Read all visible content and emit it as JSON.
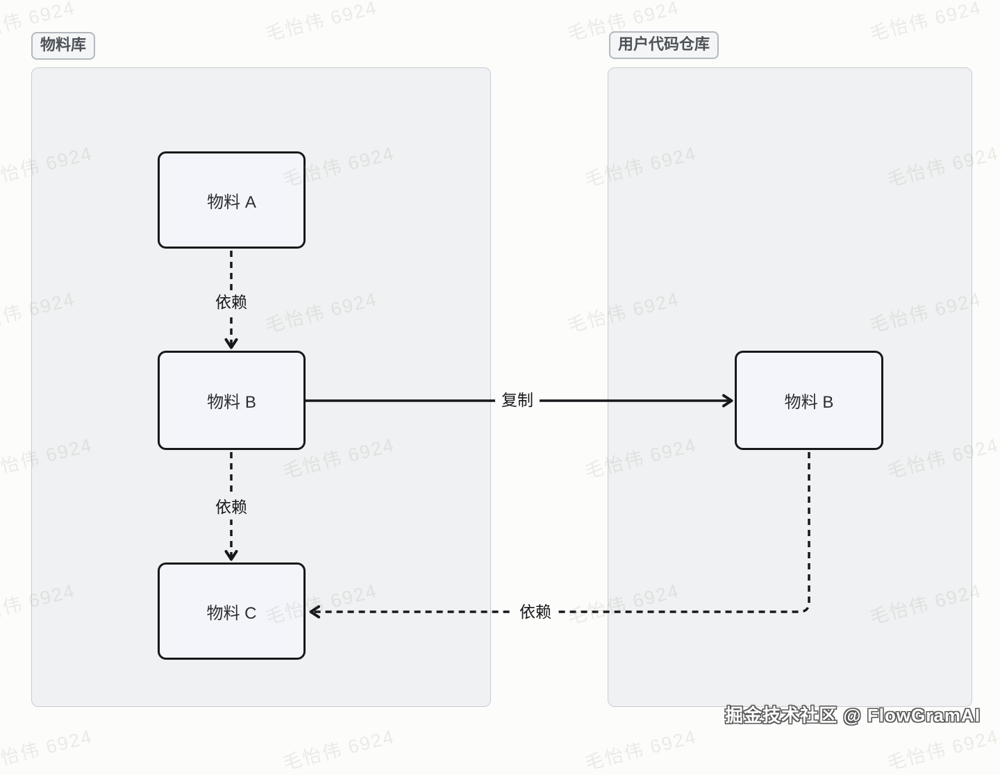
{
  "diagram": {
    "containers": [
      {
        "label": "物料库"
      },
      {
        "label": "用户代码仓库"
      }
    ],
    "nodes": [
      {
        "label": "物料 A"
      },
      {
        "label": "物料 B"
      },
      {
        "label": "物料 C"
      },
      {
        "label": "物料 B"
      }
    ],
    "edges": [
      {
        "label": "依赖",
        "style": "dashed",
        "from": "物料 A",
        "to": "物料 B"
      },
      {
        "label": "依赖",
        "style": "dashed",
        "from": "物料 B",
        "to": "物料 C"
      },
      {
        "label": "复制",
        "style": "solid",
        "from": "物料 B (物料库)",
        "to": "物料 B (用户代码仓库)"
      },
      {
        "label": "依赖",
        "style": "dashed",
        "from": "物料 B (用户代码仓库)",
        "to": "物料 C"
      }
    ]
  },
  "watermark": {
    "text": "毛怡伟 6924"
  },
  "credit": {
    "text": "掘金技术社区 @ FlowGramAI"
  },
  "colors": {
    "edge": "#17181a",
    "container_bg": "#eff1f2",
    "container_border": "#c7ccd2",
    "node_bg": "#f3f5fa",
    "node_border": "#17181a",
    "badge_bg": "#f4f5f6",
    "page_bg": "#fcfcfb"
  }
}
